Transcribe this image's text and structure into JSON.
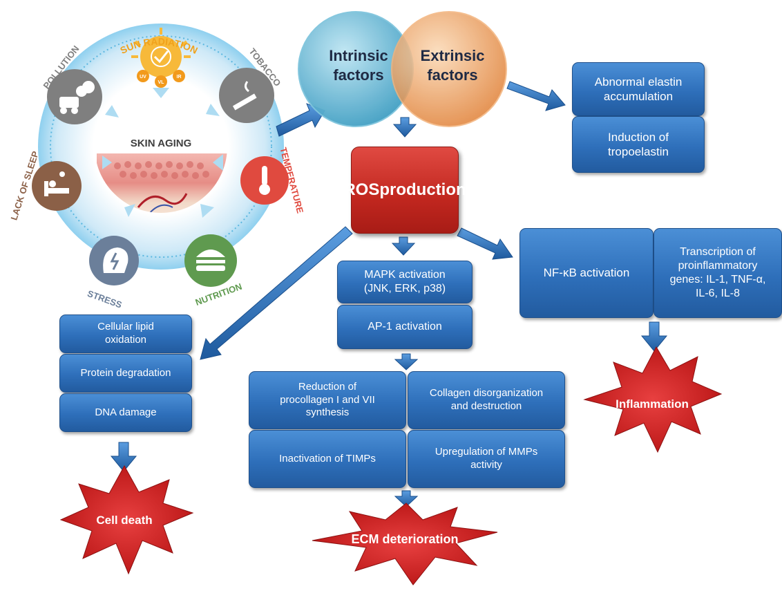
{
  "wheel": {
    "center_title": "SKIN AGING",
    "factors": {
      "sun": "SUN RADIATION",
      "pollution": "POLLUTION",
      "tobacco": "TOBACCO",
      "temperature": "TEMPERATURE",
      "lack_of_sleep": "LACK OF SLEEP",
      "stress": "STRESS",
      "nutrition": "NUTRITION"
    },
    "sun_bands": [
      "UV",
      "VL",
      "IR"
    ]
  },
  "venn": {
    "left": "Intrinsic factors",
    "left_l1": "Intrinsic",
    "left_l2": "factors",
    "right_l1": "Extrinsic",
    "right_l2": "factors"
  },
  "elastin": {
    "box1": [
      "Abnormal elastin",
      "accumulation"
    ],
    "box2": [
      "Induction of",
      "tropoelastin"
    ]
  },
  "ros": {
    "l1": "ROS",
    "l2": "production"
  },
  "mapk": {
    "box1": [
      "MAPK activation",
      "(JNK, ERK, p38)"
    ],
    "box2": "AP-1 activation"
  },
  "nfkb": {
    "box1": "NF-κB activation",
    "box2": [
      "Transcription of",
      "proinflammatory",
      "genes: IL-1, TNF-α,",
      "IL-6, IL-8"
    ]
  },
  "cell": {
    "box1": [
      "Cellular lipid",
      "oxidation"
    ],
    "box2": "Protein degradation",
    "box3": "DNA damage"
  },
  "ecm_boxes": {
    "b1": [
      "Reduction of",
      "procollagen I and VII",
      "synthesis"
    ],
    "b2": [
      "Collagen disorganization",
      "and destruction"
    ],
    "b3": "Inactivation of TIMPs",
    "b4": [
      "Upregulation of MMPs",
      "activity"
    ]
  },
  "outcomes": {
    "cell_death": "Cell death",
    "ecm": "ECM deterioration",
    "inflammation": "Inflammation"
  },
  "colors": {
    "box_blue": "#2e6fba",
    "ros_red": "#c1271f",
    "burst_red": "#cc1b1b",
    "intrinsic": "#4aa8c8",
    "extrinsic": "#e8944a"
  }
}
